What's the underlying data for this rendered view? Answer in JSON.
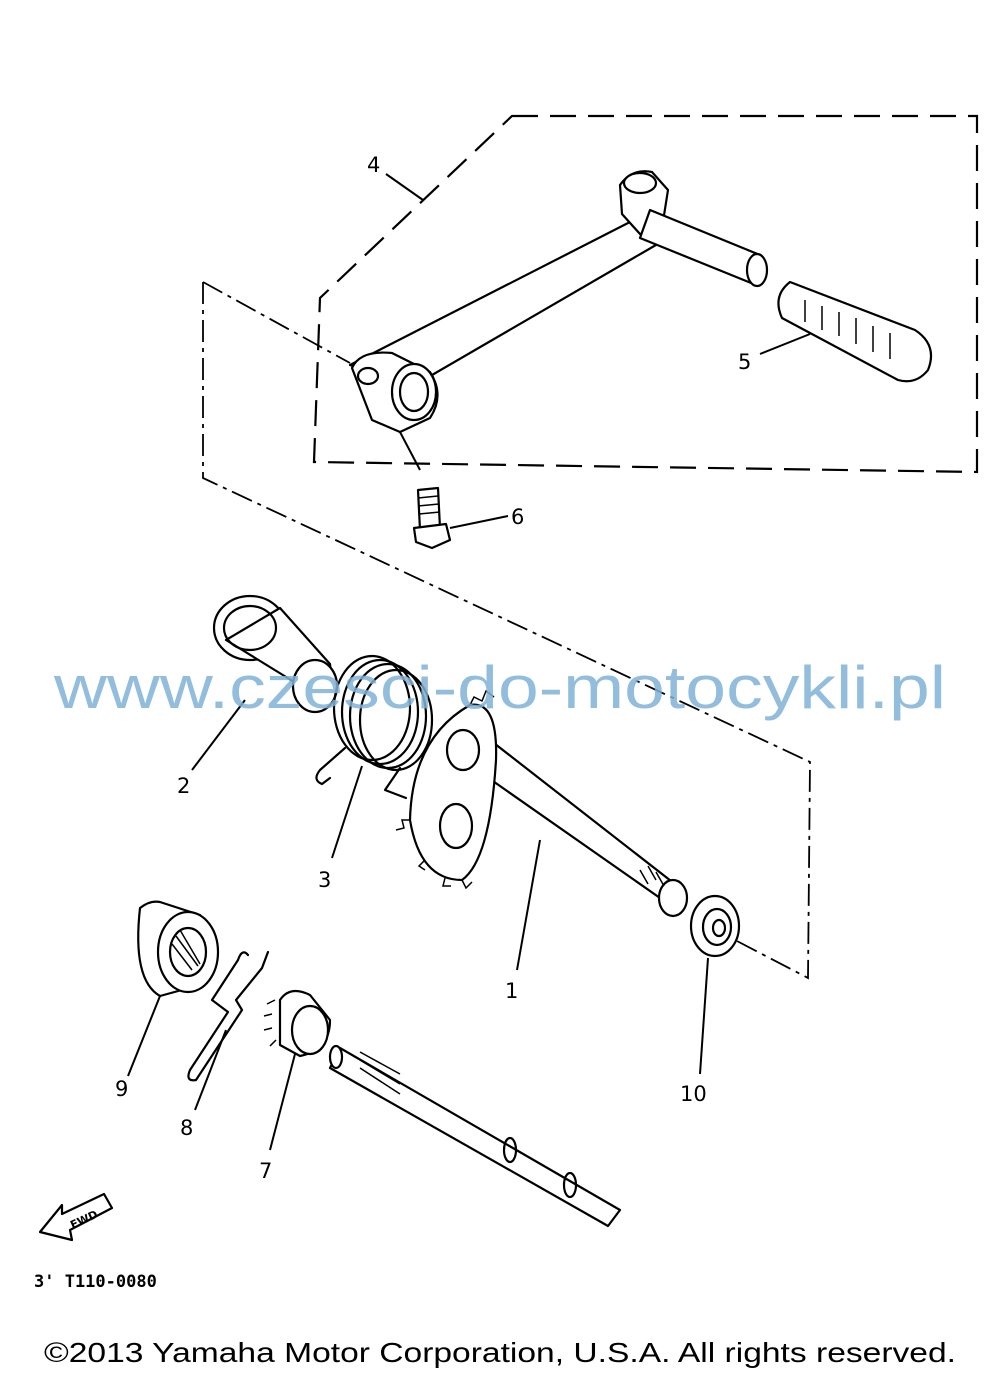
{
  "diagram": {
    "callouts": [
      "1",
      "2",
      "3",
      "4",
      "5",
      "6",
      "7",
      "8",
      "9",
      "10"
    ],
    "direction_marker": "FWD",
    "reference_code": "3' T110-0080",
    "watermark": "www.czesci-do-motocykli.pl",
    "copyright": "©2013 Yamaha Motor Corporation, U.S.A. All rights reserved."
  }
}
